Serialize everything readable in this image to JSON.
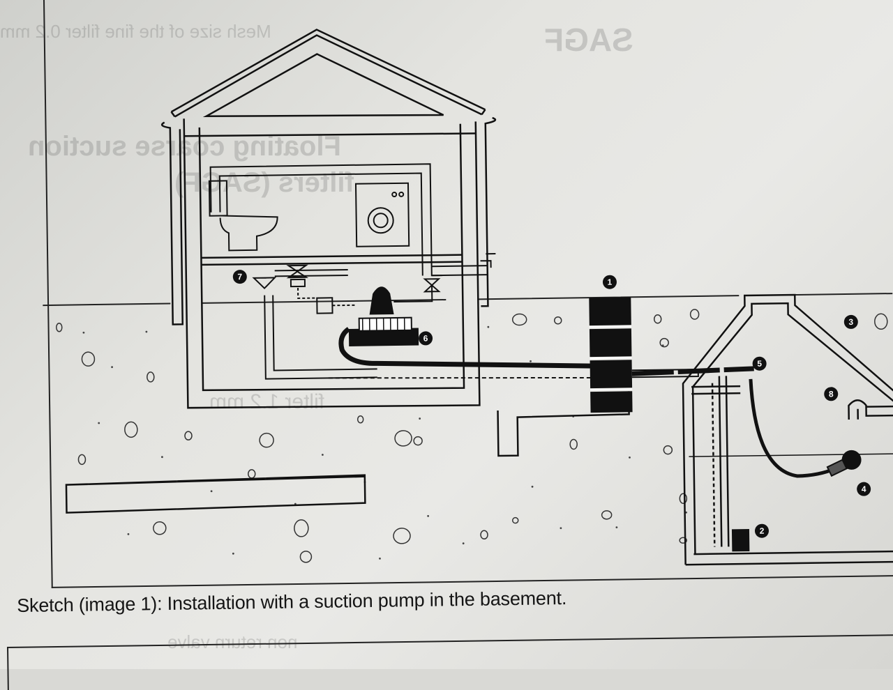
{
  "caption": "Sketch (image 1): Installation with a suction pump in the basement.",
  "callouts": [
    "1",
    "2",
    "3",
    "4",
    "5",
    "6",
    "7",
    "8"
  ],
  "show_through_text": [
    "SAGF",
    "Floating coarse suction",
    "filters (SAGF)",
    "Mesh size of the fine filter 0.2 mm",
    "filter 1.2 mm",
    "non return valve"
  ]
}
